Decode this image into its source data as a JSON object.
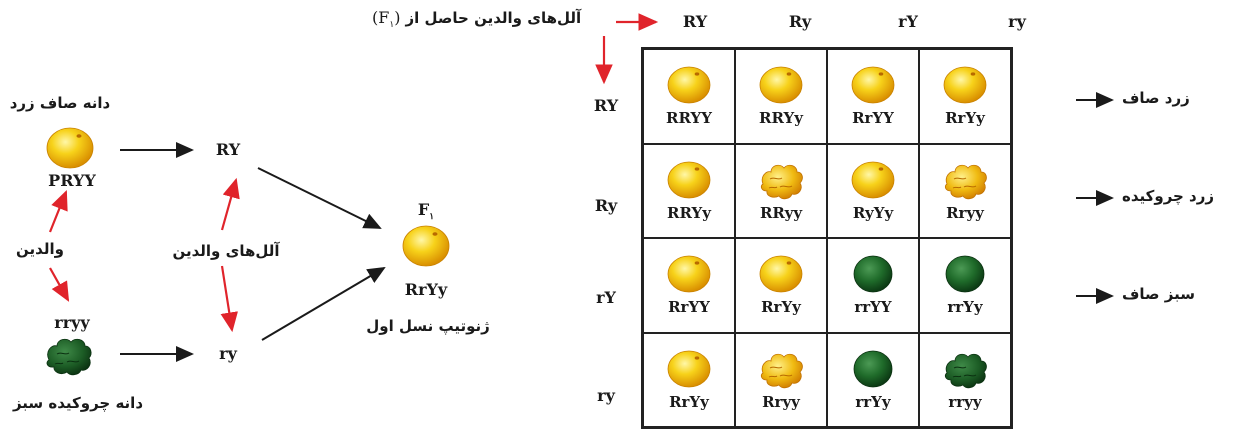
{
  "left": {
    "parent1_title": "دانه صاف زرد",
    "parent1_genotype": "PRYY",
    "parent2_genotype": "rryy",
    "parent2_title": "دانه چروکیده سبز",
    "parents_label": "والدین",
    "gametes_label": "آلل‌های والدین",
    "gamete1": "RY",
    "gamete2": "ry",
    "f1_label": "F",
    "f1_sub": "۱",
    "f1_genotype": "RrYy",
    "f1_caption": "ژنوتیپ نسل اول"
  },
  "square": {
    "header_caption": "آلل‌های والدین حاصل از",
    "header_f": "F",
    "header_sub": "۱",
    "col_headers": [
      "RY",
      "Ry",
      "rY",
      "ry"
    ],
    "row_headers": [
      "RY",
      "Ry",
      "rY",
      "ry"
    ],
    "cells": [
      [
        {
          "genotype": "RRYY",
          "pea": "yellow-round"
        },
        {
          "genotype": "RRYy",
          "pea": "yellow-round"
        },
        {
          "genotype": "RrYY",
          "pea": "yellow-round"
        },
        {
          "genotype": "RrYy",
          "pea": "yellow-round"
        }
      ],
      [
        {
          "genotype": "RRYy",
          "pea": "yellow-round"
        },
        {
          "genotype": "RRyy",
          "pea": "yellow-wrinkled"
        },
        {
          "genotype": "RyYy",
          "pea": "yellow-round"
        },
        {
          "genotype": "Rryy",
          "pea": "yellow-wrinkled"
        }
      ],
      [
        {
          "genotype": "RrYY",
          "pea": "yellow-round"
        },
        {
          "genotype": "RrYy",
          "pea": "yellow-round"
        },
        {
          "genotype": "rrYY",
          "pea": "green-round"
        },
        {
          "genotype": "rrYy",
          "pea": "green-round"
        }
      ],
      [
        {
          "genotype": "RrYy",
          "pea": "yellow-round"
        },
        {
          "genotype": "Rryy",
          "pea": "yellow-wrinkled"
        },
        {
          "genotype": "rrYy",
          "pea": "green-round"
        },
        {
          "genotype": "rryy",
          "pea": "green-wrinkled"
        }
      ]
    ],
    "row_phenotypes": [
      "زرد صاف",
      "زرد چروکیده",
      "سبز صاف"
    ]
  },
  "colors": {
    "arrow_red": "#e0242b",
    "arrow_black": "#1a1a1a",
    "yellow": "#f5c400",
    "green": "#1f6b2a"
  }
}
